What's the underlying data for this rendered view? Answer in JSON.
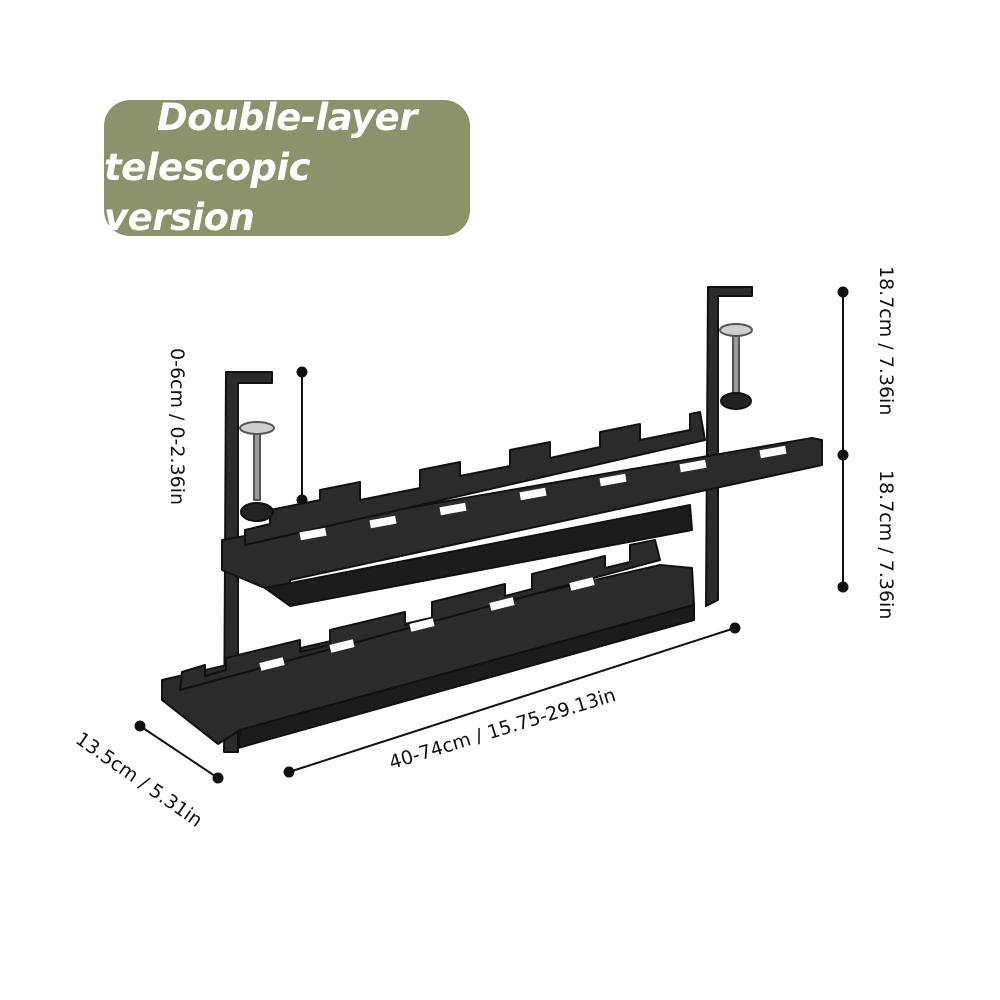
{
  "title": {
    "line1": "Double-layer",
    "line2": "telescopic version"
  },
  "dimensions": {
    "clamp_opening": "0-6cm / 0-2.36in",
    "total_height": "18.7cm / 7.36in",
    "layer_height": "18.7cm / 7.36in",
    "length": "40-74cm / 15.75-29.13in",
    "depth": "13.5cm / 5.31in"
  },
  "colors": {
    "badge_bg": "#8a936a",
    "badge_text": "#ffffff",
    "product": "#2b2b2b",
    "dim_line": "#111111"
  }
}
